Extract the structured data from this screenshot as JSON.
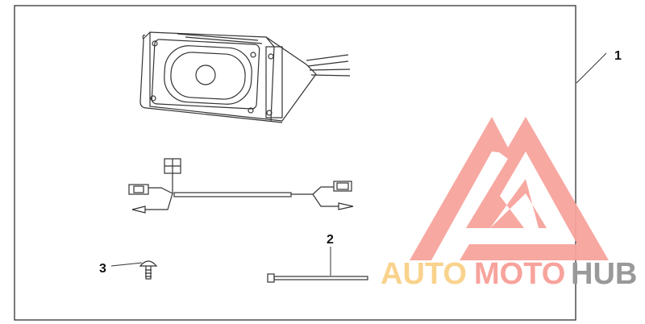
{
  "callouts": {
    "part1": "1",
    "part2": "2",
    "part3": "3"
  },
  "watermark": {
    "part_a": "AUTO",
    "part_b": "MOTO",
    "part_c": "HUB",
    "colors": {
      "a": "#f9d28c",
      "b": "#f7a39c",
      "c": "#999999",
      "logo": "#f7a39c"
    }
  }
}
